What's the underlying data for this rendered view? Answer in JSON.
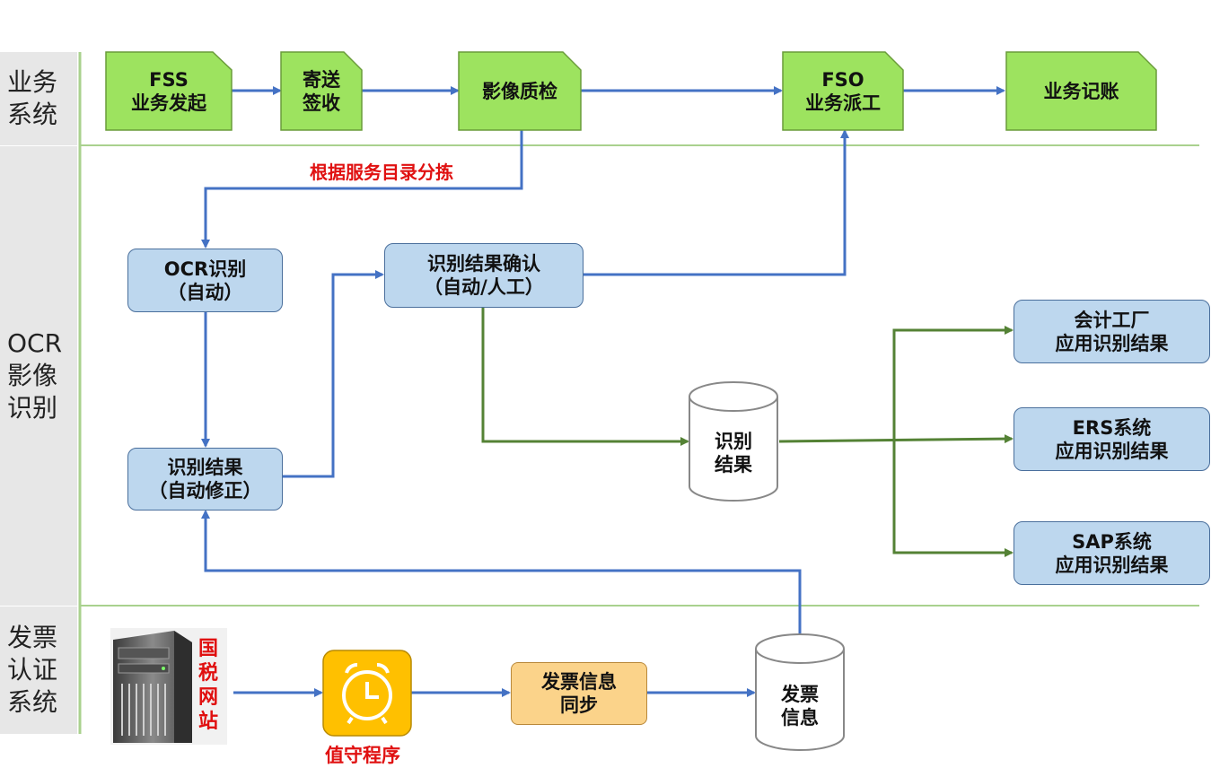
{
  "lanes": {
    "business": [
      "业务",
      "系统"
    ],
    "ocr": [
      "OCR",
      "影像",
      "识别"
    ],
    "invoice": [
      "发票",
      "认证",
      "系统"
    ]
  },
  "nodes": {
    "fss": [
      "FSS",
      "业务发起"
    ],
    "send": [
      "寄送",
      "签收"
    ],
    "qc": [
      "影像质检"
    ],
    "fso": [
      "FSO",
      "业务派工"
    ],
    "accounting": [
      "业务记账"
    ],
    "ocr_auto": [
      "OCR识别",
      "（自动）"
    ],
    "confirm": [
      "识别结果确认",
      "（自动/人工）"
    ],
    "result_fix": [
      "识别结果",
      "（自动修正）"
    ],
    "db_result": [
      "识别",
      "结果"
    ],
    "factory": [
      "会计工厂",
      "应用识别结果"
    ],
    "ers": [
      "ERS系统",
      "应用识别结果"
    ],
    "sap": [
      "SAP系统",
      "应用识别结果"
    ],
    "tax_site": [
      "国",
      "税",
      "网",
      "站"
    ],
    "watcher": "值守程序",
    "sync": [
      "发票信息",
      "同步"
    ],
    "db_invoice": [
      "发票",
      "信息"
    ]
  },
  "annotations": {
    "sort": "根据服务目录分拣"
  },
  "colors": {
    "blue_arrow": "#4472c4",
    "green_arrow": "#548235",
    "green_box": "#9de35f",
    "blue_box": "#bdd7ee",
    "orange_box": "#fbd38a",
    "alarm": "#ffc000",
    "red_text": "#e01010"
  }
}
